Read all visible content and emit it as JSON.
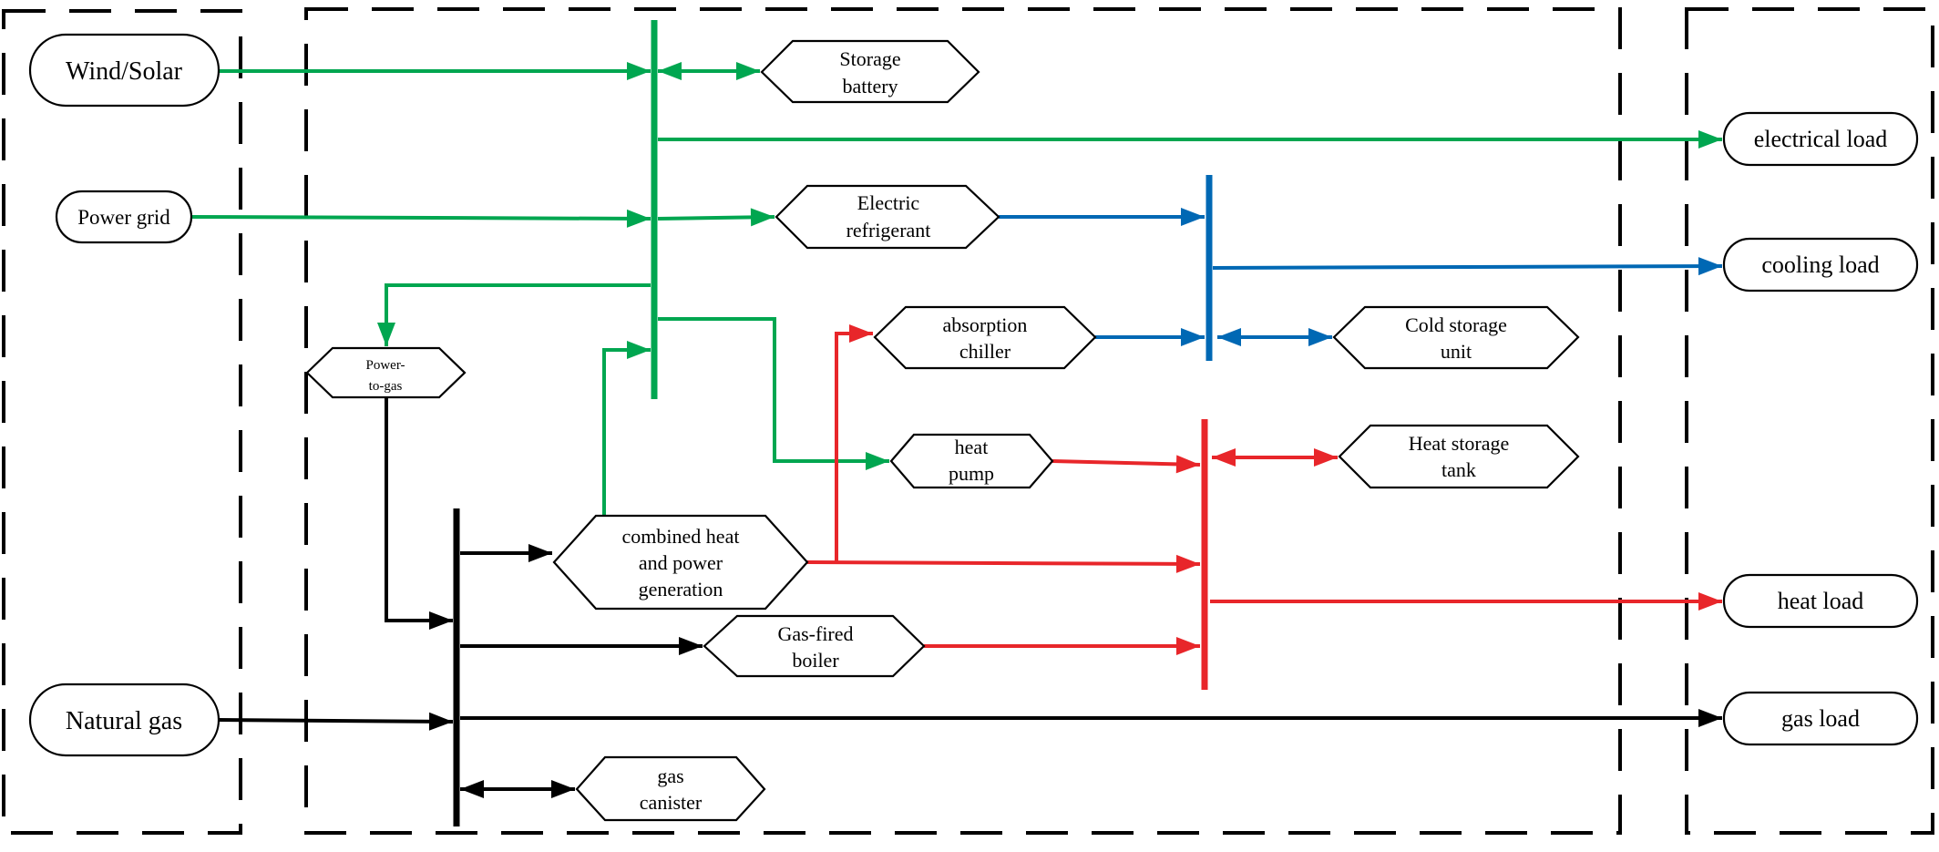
{
  "colors": {
    "electric": "#00a650",
    "cooling": "#0068b4",
    "heat": "#e8262a",
    "gas": "#000000"
  },
  "sources": {
    "wind_solar": "Wind/Solar",
    "power_grid": "Power grid",
    "natural_gas": "Natural gas"
  },
  "devices": {
    "storage_battery": [
      "Storage",
      "battery"
    ],
    "electric_refrigerant": [
      "Electric",
      "refrigerant"
    ],
    "power_to_gas": [
      "Power-",
      "to-gas"
    ],
    "absorption_chiller": [
      "absorption",
      "chiller"
    ],
    "cold_storage_unit": [
      "Cold storage",
      "unit"
    ],
    "heat_pump": [
      "heat",
      "pump"
    ],
    "heat_storage_tank": [
      "Heat storage",
      "tank"
    ],
    "chp": [
      "combined heat",
      "and power",
      "generation"
    ],
    "gas_fired_boiler": [
      "Gas-fired",
      "boiler"
    ],
    "gas_canister": [
      "gas",
      "canister"
    ]
  },
  "loads": {
    "electrical_load": "electrical load",
    "cooling_load": "cooling load",
    "heat_load": "heat load",
    "gas_load": "gas load"
  }
}
